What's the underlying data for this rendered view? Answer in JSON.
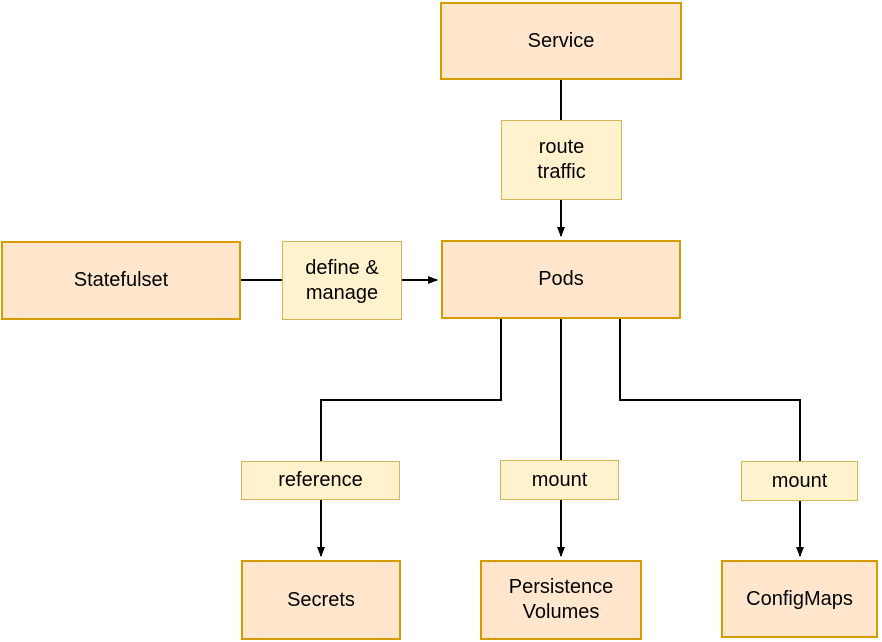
{
  "diagram": {
    "colors": {
      "entity_fill": "#FFE6CC",
      "entity_stroke": "#D79B00",
      "label_fill": "#FFF2CC",
      "label_stroke": "#D6B656",
      "connector": "#000000",
      "text": "#000000",
      "background": "#FFFFFF"
    },
    "nodes": {
      "service": {
        "label": "Service"
      },
      "statefulset": {
        "label": "Statefulset"
      },
      "pods": {
        "label": "Pods"
      },
      "secrets": {
        "label": "Secrets"
      },
      "persistence_volumes": {
        "label": "Persistence\nVolumes"
      },
      "configmaps": {
        "label": "ConfigMaps"
      },
      "route_traffic": {
        "label": "route\ntraffic"
      },
      "define_manage": {
        "label": "define &\nmanage"
      },
      "reference": {
        "label": "reference"
      },
      "mount_pv": {
        "label": "mount"
      },
      "mount_cm": {
        "label": "mount"
      }
    },
    "edges": [
      {
        "from": "service",
        "via": "route_traffic",
        "to": "pods"
      },
      {
        "from": "statefulset",
        "via": "define_manage",
        "to": "pods"
      },
      {
        "from": "pods",
        "via": "reference",
        "to": "secrets"
      },
      {
        "from": "pods",
        "via": "mount_pv",
        "to": "persistence_volumes"
      },
      {
        "from": "pods",
        "via": "mount_cm",
        "to": "configmaps"
      }
    ]
  }
}
